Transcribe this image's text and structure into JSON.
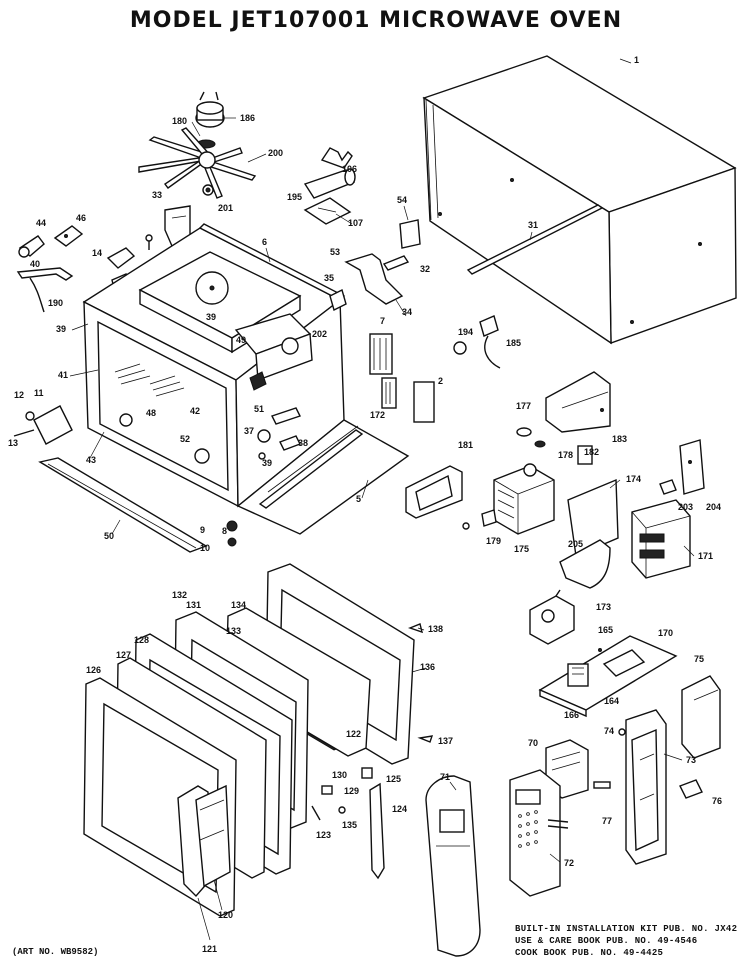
{
  "title": "MODEL  JET107001  MICROWAVE  OVEN",
  "art_number": "(ART NO. WB9582)",
  "publications": [
    "BUILT-IN INSTALLATION KIT PUB. NO. JX42",
    "USE & CARE BOOK PUB. NO. 49-4546",
    "COOK BOOK PUB. NO. 49-4425"
  ],
  "part_labels": [
    "1",
    "186",
    "180",
    "200",
    "201",
    "106",
    "195",
    "107",
    "54",
    "31",
    "33",
    "6",
    "53",
    "32",
    "44",
    "46",
    "40",
    "14",
    "35",
    "34",
    "190",
    "39",
    "39",
    "7",
    "194",
    "185",
    "2",
    "41",
    "202",
    "49",
    "12",
    "11",
    "42",
    "48",
    "51",
    "37",
    "38",
    "39",
    "52",
    "13",
    "43",
    "8",
    "5",
    "172",
    "177",
    "183",
    "181",
    "178",
    "182",
    "204",
    "203",
    "179",
    "175",
    "174",
    "205",
    "171",
    "9",
    "10",
    "50",
    "132",
    "131",
    "134",
    "133",
    "138",
    "136",
    "128",
    "126",
    "127",
    "122",
    "137",
    "130",
    "125",
    "124",
    "129",
    "123",
    "135",
    "121",
    "120",
    "71",
    "70",
    "72",
    "73",
    "77",
    "74",
    "75",
    "76",
    "173",
    "165",
    "170",
    "166",
    "164"
  ]
}
